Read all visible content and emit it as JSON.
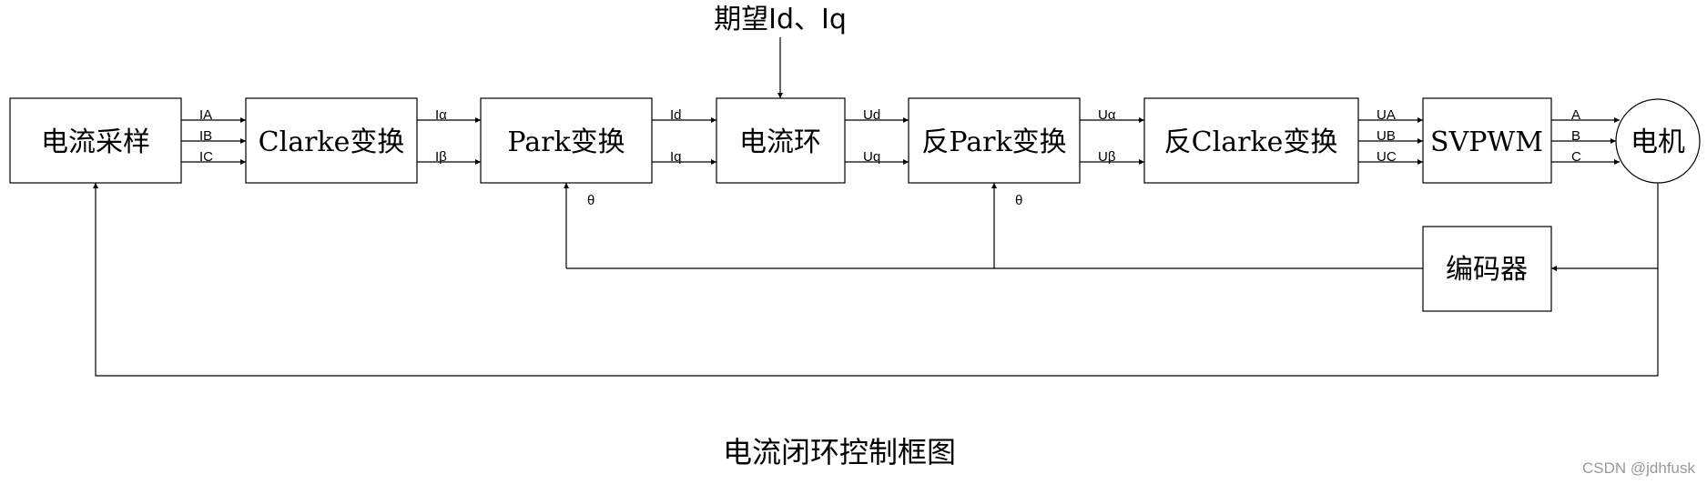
{
  "blocks": {
    "current_sampling": "电流采样",
    "clarke": "Clarke变换",
    "park": "Park变换",
    "current_loop": "电流环",
    "inverse_park": "反Park变换",
    "inverse_clarke": "反Clarke变换",
    "svpwm": "SVPWM",
    "motor": "电机",
    "encoder": "编码器"
  },
  "signals": {
    "ia": "IA",
    "ib": "IB",
    "ic": "IC",
    "i_alpha": "Iα",
    "i_beta": "Iβ",
    "id": "Id",
    "iq": "Iq",
    "ud": "Ud",
    "uq": "Uq",
    "u_alpha": "Uα",
    "u_beta": "Uβ",
    "ua": "UA",
    "ub": "UB",
    "uc": "UC",
    "a": "A",
    "b": "B",
    "c": "C",
    "theta_park": "θ",
    "theta_inverse_park": "θ"
  },
  "reference_input": "期望Id、Iq",
  "title": "电流闭环控制框图",
  "watermark": "CSDN @jdhfusk"
}
